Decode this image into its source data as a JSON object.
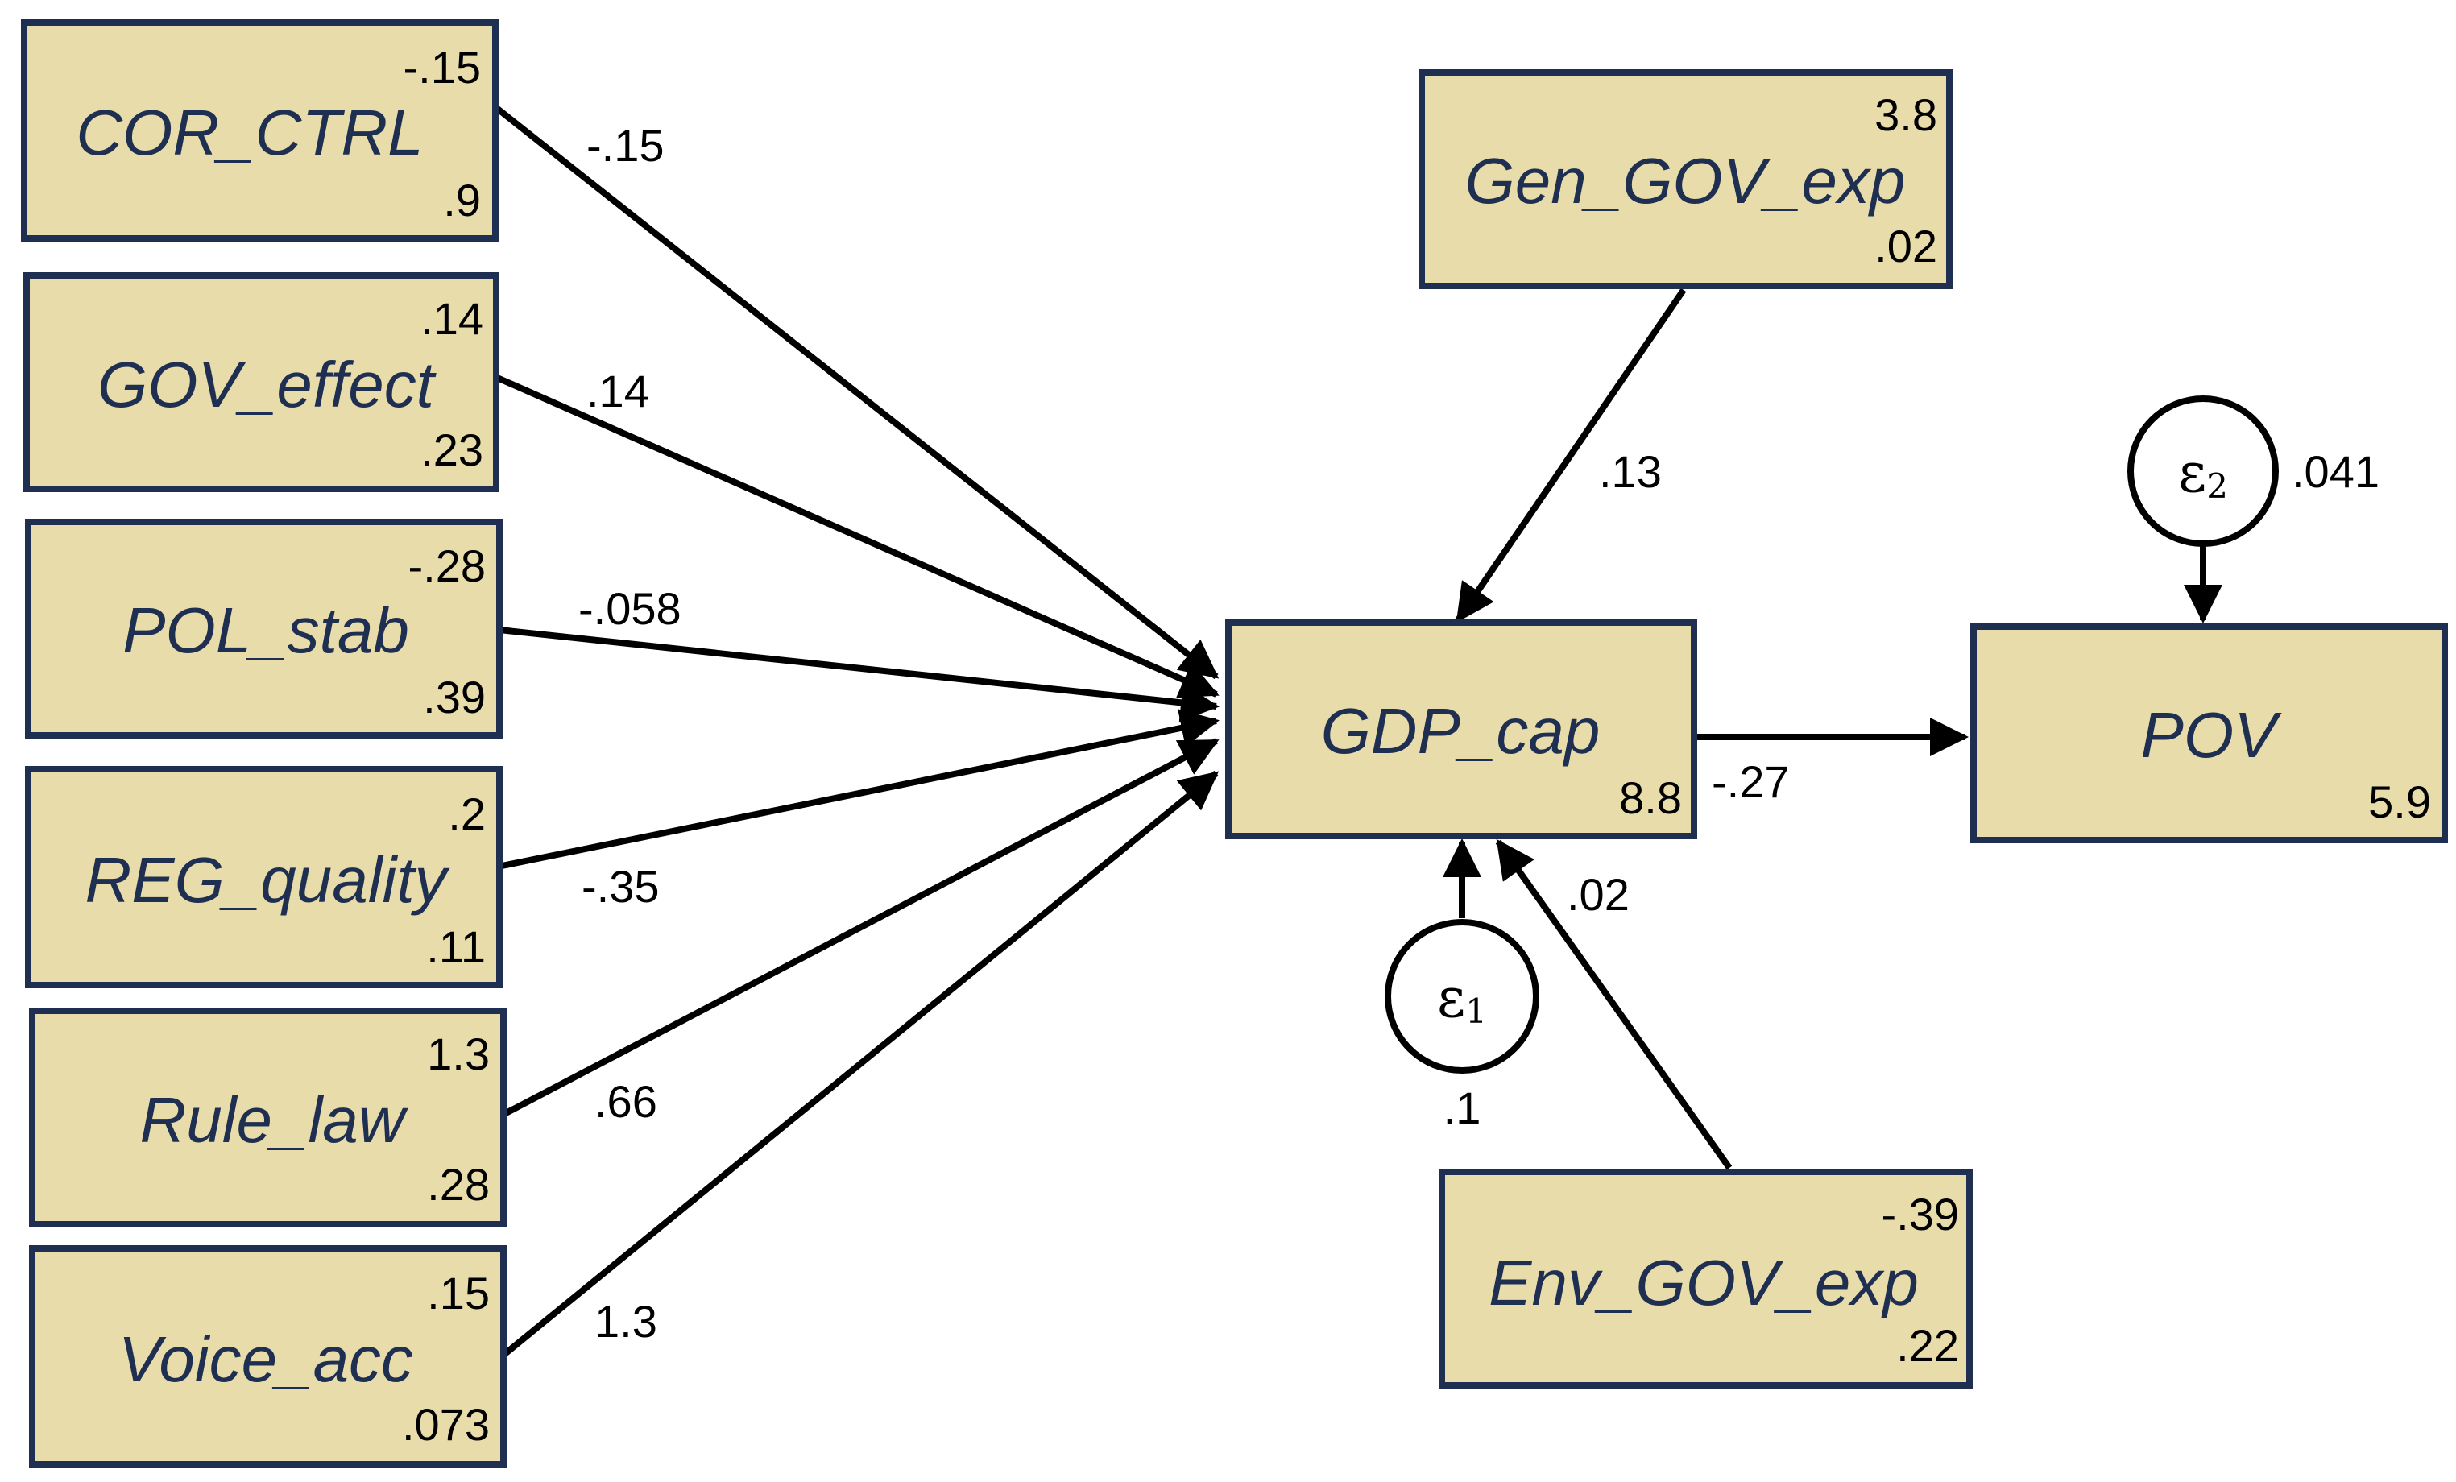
{
  "colors": {
    "box_fill": "#e8dcaa",
    "box_border": "#1e2f52",
    "variable_text": "#1e2f52",
    "line": "#000000"
  },
  "variables": [
    {
      "id": "cor_ctrl",
      "name": "COR_CTRL",
      "top_value": "-.15",
      "bottom_value": ".9"
    },
    {
      "id": "gov_effect",
      "name": "GOV_effect",
      "top_value": ".14",
      "bottom_value": ".23"
    },
    {
      "id": "pol_stab",
      "name": "POL_stab",
      "top_value": "-.28",
      "bottom_value": ".39"
    },
    {
      "id": "reg_quality",
      "name": "REG_quality",
      "top_value": ".2",
      "bottom_value": ".11"
    },
    {
      "id": "rule_law",
      "name": "Rule_law",
      "top_value": "1.3",
      "bottom_value": ".28"
    },
    {
      "id": "voice_acc",
      "name": "Voice_acc",
      "top_value": ".15",
      "bottom_value": ".073"
    },
    {
      "id": "gen_gov_exp",
      "name": "Gen_GOV_exp",
      "top_value": "3.8",
      "bottom_value": ".02"
    },
    {
      "id": "env_gov_exp",
      "name": "Env_GOV_exp",
      "top_value": "-.39",
      "bottom_value": ".22"
    },
    {
      "id": "gdp_cap",
      "name": "GDP_cap",
      "bottom_value": "8.8"
    },
    {
      "id": "pov",
      "name": "POV",
      "bottom_value": "5.9"
    }
  ],
  "errors": [
    {
      "id": "e1",
      "symbol": "ε",
      "subscript": "1",
      "variance": ".1",
      "target": "gdp_cap"
    },
    {
      "id": "e2",
      "symbol": "ε",
      "subscript": "2",
      "variance": ".041",
      "target": "pov"
    }
  ],
  "paths": [
    {
      "from": "cor_ctrl",
      "to": "gdp_cap",
      "coefficient": "-.15"
    },
    {
      "from": "gov_effect",
      "to": "gdp_cap",
      "coefficient": ".14"
    },
    {
      "from": "pol_stab",
      "to": "gdp_cap",
      "coefficient": "-.058"
    },
    {
      "from": "reg_quality",
      "to": "gdp_cap",
      "coefficient": "-.35"
    },
    {
      "from": "rule_law",
      "to": "gdp_cap",
      "coefficient": ".66"
    },
    {
      "from": "voice_acc",
      "to": "gdp_cap",
      "coefficient": "1.3"
    },
    {
      "from": "gen_gov_exp",
      "to": "gdp_cap",
      "coefficient": ".13"
    },
    {
      "from": "env_gov_exp",
      "to": "gdp_cap",
      "coefficient": ".02"
    },
    {
      "from": "gdp_cap",
      "to": "pov",
      "coefficient": "-.27"
    }
  ]
}
